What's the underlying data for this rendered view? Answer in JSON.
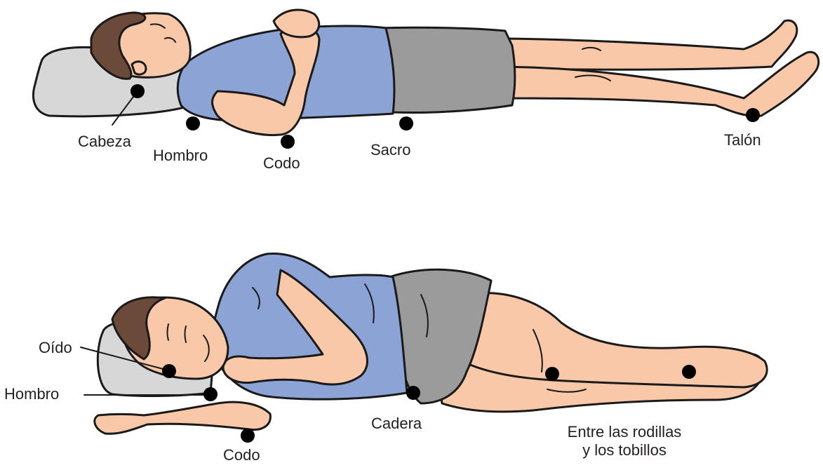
{
  "colors": {
    "skin": "#f9c8a8",
    "shirt": "#8ca3d6",
    "shorts": "#9b9b9b",
    "hair": "#6b4a3a",
    "pillow": "#d6d7d6",
    "outline": "#1a1a1a",
    "dot": "#000000"
  },
  "top_figure": {
    "labels": {
      "head": "Cabeza",
      "shoulder": "Hombro",
      "elbow": "Codo",
      "sacrum": "Sacro",
      "heel": "Talón"
    }
  },
  "bottom_figure": {
    "labels": {
      "ear": "Oído",
      "shoulder": "Hombro",
      "elbow": "Codo",
      "hip": "Cadera",
      "knees_line1": "Entre las rodillas",
      "knees_line2": "y los tobillos"
    }
  }
}
